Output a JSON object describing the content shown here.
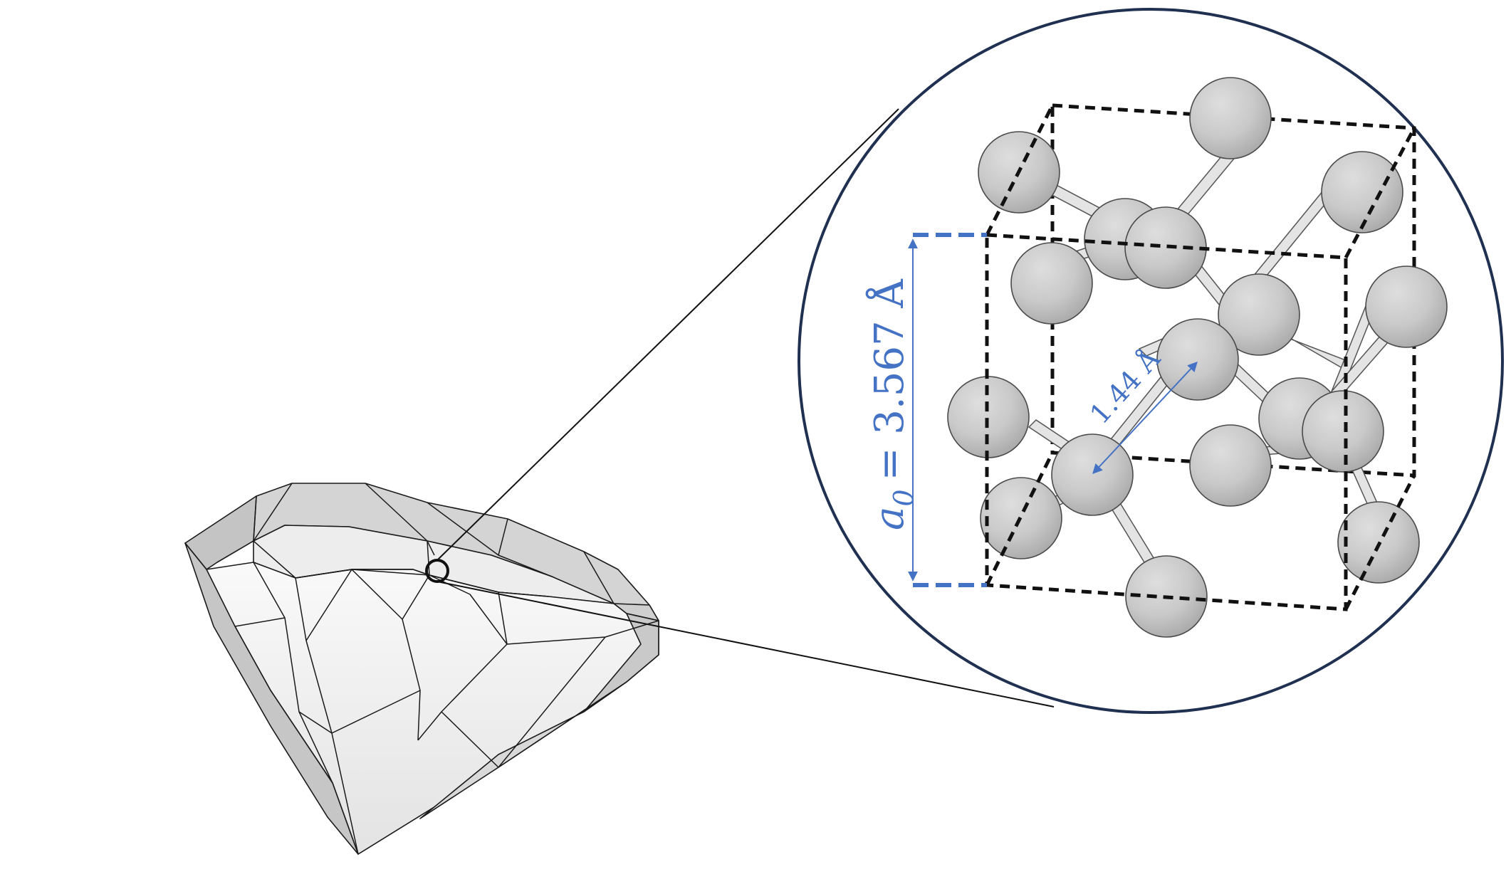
{
  "labels": {
    "lattice_symbol": "a",
    "lattice_subscript": "0",
    "lattice_value": "= 3.567 Å",
    "bond_length": "1.44 Å"
  },
  "colors": {
    "annotation": "#4472c4",
    "zoom_circle": "#1f3051",
    "atom": "#c8c8c8",
    "atom_dark": "#a9a9a9",
    "bond": "#e2e2e2",
    "gem_light": "#f4f4f4",
    "gem_mid": "#dcdcdc",
    "gem_dark": "#b9b9b9"
  }
}
